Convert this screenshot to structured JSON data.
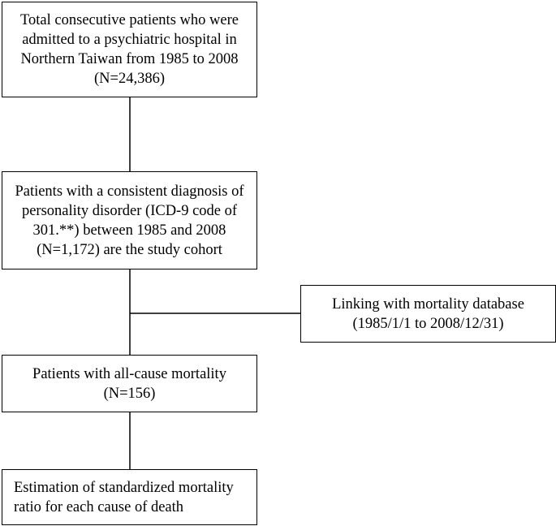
{
  "flowchart": {
    "total_patients": "Total consecutive patients who were admitted to a psychiatric hospital in Northern Taiwan from 1985 to 2008\n(N=24,386)",
    "study_cohort": "Patients with a consistent diagnosis of personality disorder (ICD-9 code of 301.**) between 1985 and 2008\n(N=1,172) are the study cohort",
    "linkage": "Linking with mortality database\n(1985/1/1 to 2008/12/31)",
    "mortality": "Patients with all-cause mortality\n(N=156)",
    "estimation": "Estimation of standardized mortality ratio for each cause of death"
  }
}
